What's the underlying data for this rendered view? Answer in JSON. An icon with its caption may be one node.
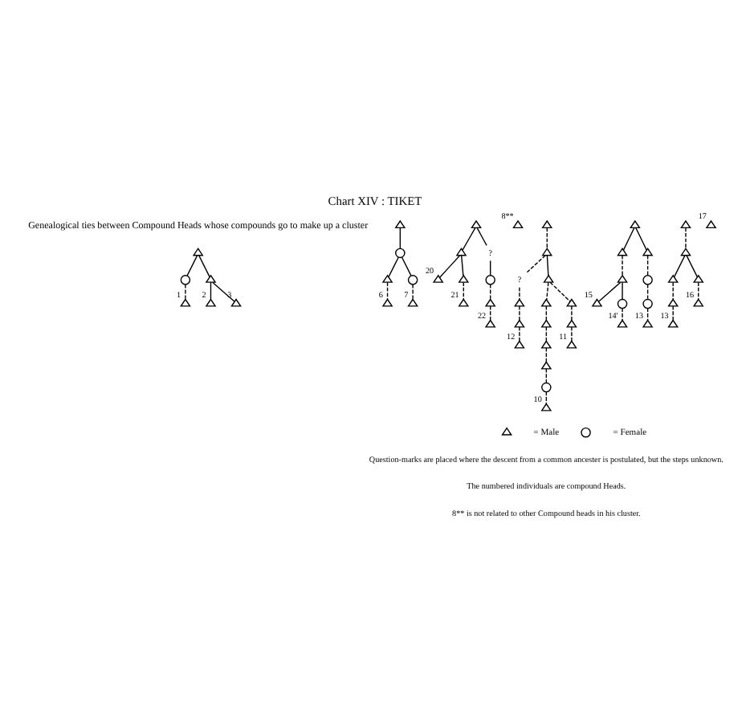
{
  "diagram": {
    "title": "Chart XIV : TIKET",
    "nodes": [
      {
        "text": [],
        "shape": "triangle"
      },
      {
        "text": [],
        "shape": "circle"
      },
      {
        "text": [],
        "shape": "triangle"
      },
      {
        "text": [],
        "shape": "triangle",
        "beside": [
          "1"
        ]
      },
      {
        "text": [],
        "shape": "triangle",
        "beside": [
          "2"
        ]
      },
      {
        "text": [],
        "shape": "triangle",
        "beside": [
          "3"
        ]
      },
      {
        "text": [],
        "shape": "triangle"
      },
      {
        "text": [],
        "shape": "circle"
      },
      {
        "text": [],
        "shape": "triangle"
      },
      {
        "text": [],
        "shape": "circle"
      },
      {
        "text": [],
        "shape": "triangle",
        "beside": [
          "6"
        ]
      },
      {
        "text": [],
        "shape": "triangle",
        "beside": [
          "7"
        ]
      },
      {
        "text": [],
        "shape": "triangle"
      },
      {
        "text": [],
        "shape": "triangle"
      },
      {
        "text": [
          "?"
        ]
      },
      {
        "text": [],
        "shape": "triangle",
        "beside": [
          "20"
        ]
      },
      {
        "text": [],
        "shape": "triangle"
      },
      {
        "text": [],
        "shape": "triangle",
        "beside": [
          "21"
        ]
      },
      {
        "text": [],
        "shape": "circle"
      },
      {
        "text": [],
        "shape": "triangle"
      },
      {
        "text": [],
        "shape": "triangle",
        "beside": [
          "22"
        ]
      },
      {
        "text": [],
        "shape": "triangle",
        "beside": [
          "8**"
        ]
      },
      {
        "text": [],
        "shape": "triangle"
      },
      {
        "text": [],
        "shape": "triangle"
      },
      {
        "text": [
          "?"
        ]
      },
      {
        "text": [],
        "shape": "triangle"
      },
      {
        "text": [],
        "shape": "triangle"
      },
      {
        "text": [],
        "shape": "triangle"
      },
      {
        "text": [],
        "shape": "triangle",
        "beside": [
          "12"
        ]
      },
      {
        "text": [],
        "shape": "triangle"
      },
      {
        "text": [],
        "shape": "triangle"
      },
      {
        "text": [],
        "shape": "triangle"
      },
      {
        "text": [],
        "shape": "triangle"
      },
      {
        "text": [],
        "shape": "circle"
      },
      {
        "text": [],
        "shape": "triangle",
        "beside": [
          "10"
        ]
      },
      {
        "text": [],
        "shape": "triangle"
      },
      {
        "text": [],
        "shape": "triangle"
      },
      {
        "text": [],
        "shape": "triangle",
        "beside": [
          "11"
        ]
      },
      {
        "text": [],
        "shape": "triangle"
      },
      {
        "text": [],
        "shape": "triangle"
      },
      {
        "text": [],
        "shape": "triangle"
      },
      {
        "text": [],
        "shape": "triangle"
      },
      {
        "text": [],
        "shape": "triangle",
        "beside": [
          "15"
        ]
      },
      {
        "text": [],
        "shape": "circle"
      },
      {
        "text": [],
        "shape": "triangle",
        "beside": [
          "14'"
        ]
      },
      {
        "text": [],
        "shape": "circle"
      },
      {
        "text": [],
        "shape": "circle"
      },
      {
        "text": [],
        "shape": "triangle",
        "beside": [
          "13"
        ]
      },
      {
        "text": [],
        "shape": "triangle"
      },
      {
        "text": [],
        "shape": "triangle"
      },
      {
        "text": [],
        "shape": "triangle"
      },
      {
        "text": [],
        "shape": "triangle"
      },
      {
        "text": [],
        "shape": "triangle"
      },
      {
        "text": [],
        "shape": "triangle",
        "beside": [
          "13"
        ]
      },
      {
        "text": [],
        "shape": "triangle",
        "beside": [
          "16"
        ]
      },
      {
        "text": [],
        "shape": "triangle",
        "beside": [
          "17"
        ]
      }
    ],
    "edges": [
      {
        "from": 0,
        "to": 1,
        "arrow": "none"
      },
      {
        "from": 0,
        "to": 2,
        "arrow": "none"
      },
      {
        "from": 1,
        "to": 3,
        "arrow": "none",
        "style": "dashed"
      },
      {
        "from": 2,
        "to": 4,
        "arrow": "none"
      },
      {
        "from": 2,
        "to": 5,
        "arrow": "none"
      },
      {
        "from": 6,
        "to": 7,
        "arrow": "none"
      },
      {
        "from": 7,
        "to": 8,
        "arrow": "none"
      },
      {
        "from": 7,
        "to": 9,
        "arrow": "none"
      },
      {
        "from": 8,
        "to": 10,
        "arrow": "none",
        "style": "dashed"
      },
      {
        "from": 9,
        "to": 11,
        "arrow": "none",
        "style": "dashed"
      },
      {
        "from": 12,
        "to": 13,
        "arrow": "none"
      },
      {
        "from": 12,
        "to": 14,
        "arrow": "none"
      },
      {
        "from": 13,
        "to": 15,
        "arrow": "none"
      },
      {
        "from": 13,
        "to": 16,
        "arrow": "none"
      },
      {
        "from": 16,
        "to": 17,
        "arrow": "none",
        "style": "dashed"
      },
      {
        "from": 14,
        "to": 18,
        "arrow": "none"
      },
      {
        "from": 18,
        "to": 19,
        "arrow": "none",
        "style": "dashed"
      },
      {
        "from": 19,
        "to": 20,
        "arrow": "none",
        "style": "dashed"
      },
      {
        "from": 22,
        "to": 23,
        "arrow": "none",
        "style": "dashed"
      },
      {
        "from": 23,
        "to": 24,
        "arrow": "none",
        "style": "dashed"
      },
      {
        "from": 23,
        "to": 25,
        "arrow": "none"
      },
      {
        "from": 24,
        "to": 26,
        "arrow": "none",
        "style": "dashed"
      },
      {
        "from": 26,
        "to": 27,
        "arrow": "none",
        "style": "dashed"
      },
      {
        "from": 27,
        "to": 28,
        "arrow": "none",
        "style": "dashed"
      },
      {
        "from": 25,
        "to": 29,
        "arrow": "none",
        "style": "dashed"
      },
      {
        "from": 29,
        "to": 30,
        "arrow": "none",
        "style": "dashed"
      },
      {
        "from": 30,
        "to": 31,
        "arrow": "none",
        "style": "dashed"
      },
      {
        "from": 31,
        "to": 32,
        "arrow": "none",
        "style": "dashed"
      },
      {
        "from": 32,
        "to": 33,
        "arrow": "none",
        "style": "dashed"
      },
      {
        "from": 33,
        "to": 34,
        "arrow": "none",
        "style": "dashed"
      },
      {
        "from": 25,
        "to": 35,
        "arrow": "none",
        "style": "dashed"
      },
      {
        "from": 35,
        "to": 36,
        "arrow": "none",
        "style": "dashed"
      },
      {
        "from": 36,
        "to": 37,
        "arrow": "none",
        "style": "dashed"
      },
      {
        "from": 38,
        "to": 39,
        "arrow": "none"
      },
      {
        "from": 38,
        "to": 40,
        "arrow": "none"
      },
      {
        "from": 39,
        "to": 41,
        "arrow": "none",
        "style": "dashed"
      },
      {
        "from": 41,
        "to": 42,
        "arrow": "none"
      },
      {
        "from": 41,
        "to": 43,
        "arrow": "none"
      },
      {
        "from": 43,
        "to": 44,
        "arrow": "none",
        "style": "dashed"
      },
      {
        "from": 40,
        "to": 45,
        "arrow": "none",
        "style": "dashed"
      },
      {
        "from": 45,
        "to": 46,
        "arrow": "none",
        "style": "dashed"
      },
      {
        "from": 46,
        "to": 47,
        "arrow": "none",
        "style": "dashed"
      },
      {
        "from": 48,
        "to": 49,
        "arrow": "none",
        "style": "dashed"
      },
      {
        "from": 49,
        "to": 50,
        "arrow": "none"
      },
      {
        "from": 49,
        "to": 51,
        "arrow": "none"
      },
      {
        "from": 50,
        "to": 52,
        "arrow": "none",
        "style": "dashed"
      },
      {
        "from": 52,
        "to": 53,
        "arrow": "none",
        "style": "dashed"
      },
      {
        "from": 51,
        "to": 54,
        "arrow": "none",
        "style": "dashed"
      }
    ],
    "labels": [
      "Genealogical ties between Compound Heads whose compounds go to make up a cluster",
      "Question-marks are placed where the descent from a common ancester is postulated, but the steps unknown.",
      "The numbered individuals are compound Heads.",
      "8** is not related to other Compound heads in his cluster."
    ],
    "legend": [
      {
        "text": "= Male"
      },
      {
        "text": "= Female"
      }
    ]
  }
}
